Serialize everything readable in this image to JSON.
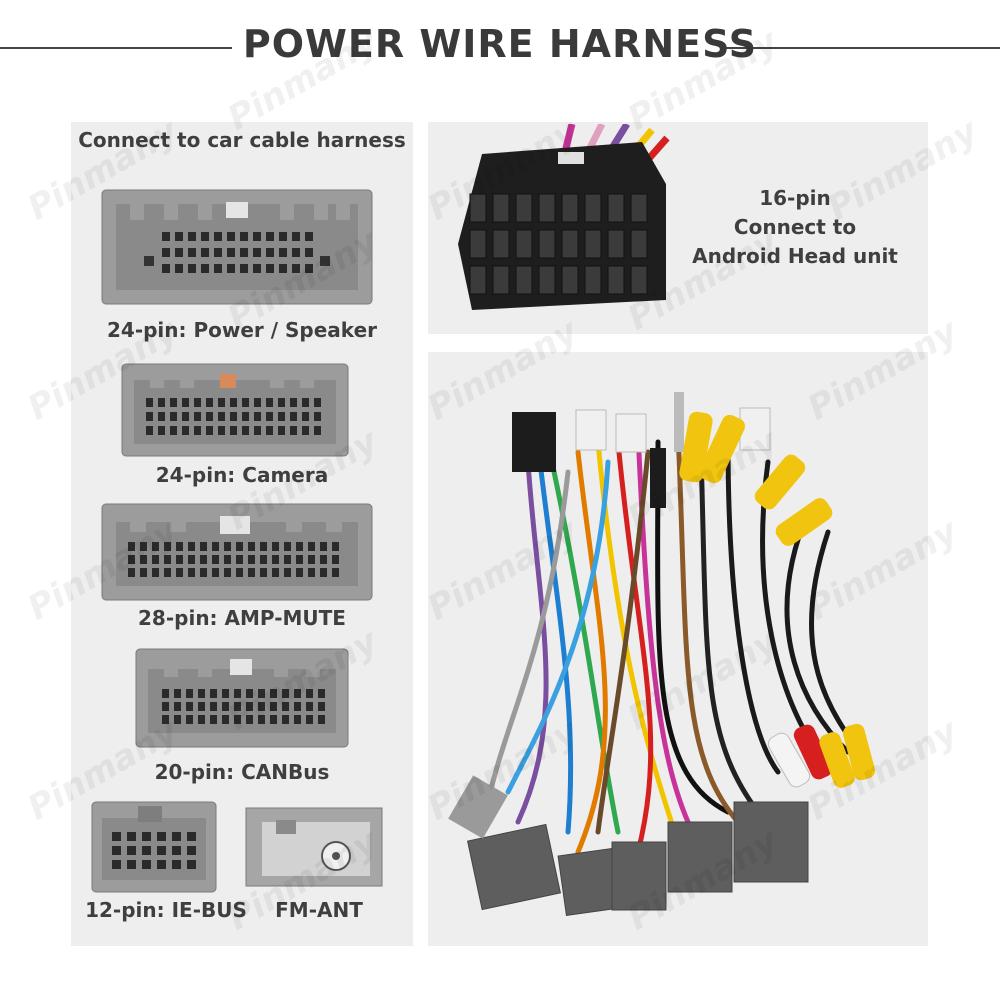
{
  "title": "POWER WIRE HARNESS",
  "left_panel": {
    "heading": "Connect to car cable harness",
    "connectors": [
      {
        "label": "24-pin: Power / Speaker"
      },
      {
        "label": "24-pin: Camera"
      },
      {
        "label": "28-pin: AMP-MUTE"
      },
      {
        "label": "20-pin: CANBus"
      },
      {
        "label": "12-pin: IE-BUS"
      },
      {
        "label": "FM-ANT"
      }
    ]
  },
  "head_unit": {
    "line1": "16-pin",
    "line2": "Connect to",
    "line3": "Android Head unit"
  },
  "watermark": "Pinmany",
  "colors": {
    "connector_gray": "#9a9a9a",
    "connector_dark": "#2a2a2a",
    "panel_bg": "#eeeeee",
    "rca_yellow": "#f1c40f",
    "rca_red": "#d62020",
    "rca_white": "#f4f4f4"
  }
}
